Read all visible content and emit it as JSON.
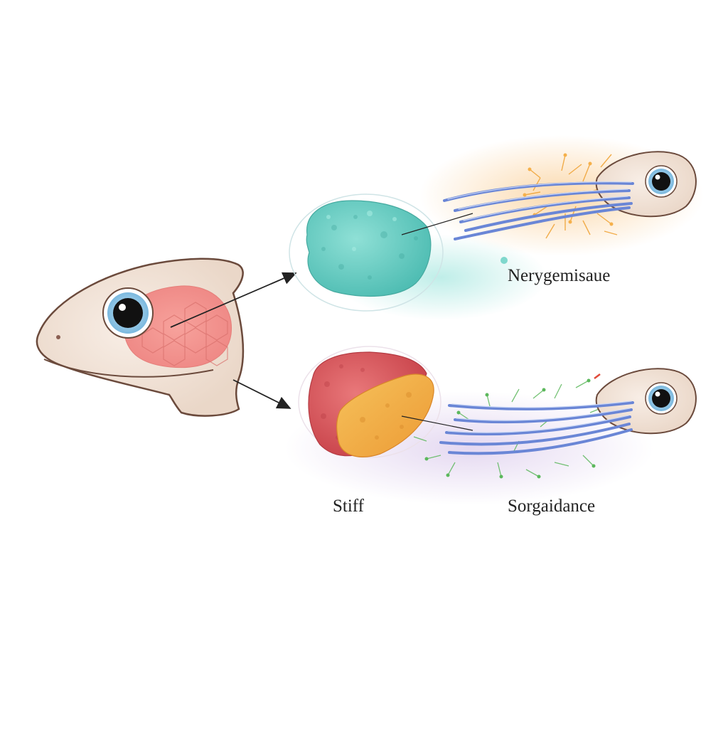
{
  "labels": {
    "top_right": "Nerуgemisaue",
    "bottom_left": "Stiff",
    "bottom_right": "Sorgaidance"
  },
  "colors": {
    "head_skin": "#f3e6dc",
    "head_outline": "#6b4a3c",
    "pink_tissue": "#f08a86",
    "teal_tissue": "#6fd3c9",
    "red_tissue": "#d9555b",
    "orange_tissue": "#f0a840",
    "nerve_fiber": "#6a86d6",
    "iris": "#8cc7e8",
    "orange_glow": "#fbd7a8",
    "purple_glow": "#e3d6f0",
    "green_branch": "#5cb85c",
    "arrow": "#222222"
  },
  "icons": {
    "main_head": "tadpole-head-illustration",
    "nerve_cell_top": "nerve-cell-head-illustration",
    "nerve_cell_bottom": "nerve-cell-head-illustration"
  }
}
